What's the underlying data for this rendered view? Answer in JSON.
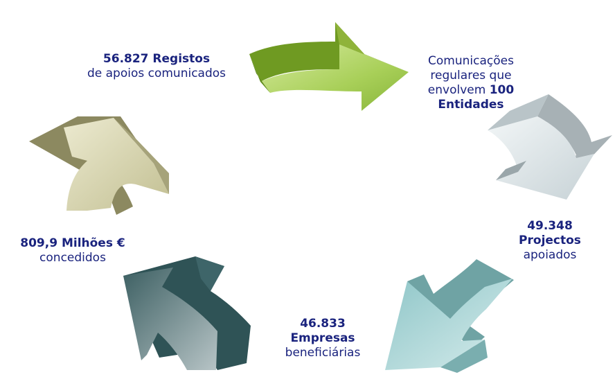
{
  "diagram": {
    "type": "cycle",
    "nodes": [
      {
        "value": "56.827 Registos",
        "text": "de apoios comunicados",
        "arrow_color": "#93c04a"
      },
      {
        "text_before": "Comunicações regulares que envolvem",
        "value": "100 Entidades",
        "arrow_color": "#c9d3d7"
      },
      {
        "value_number": "49.348",
        "value_label": "Projectos",
        "text": "apoiados",
        "arrow_color": "#8fc2c5"
      },
      {
        "value_number": "46.833",
        "value_label": "Empresas",
        "text": "beneficiárias",
        "arrow_color": "#3f6266"
      },
      {
        "value": "809,9 Milhões €",
        "text": "concedidos",
        "arrow_color": "#c7c49b"
      }
    ]
  }
}
